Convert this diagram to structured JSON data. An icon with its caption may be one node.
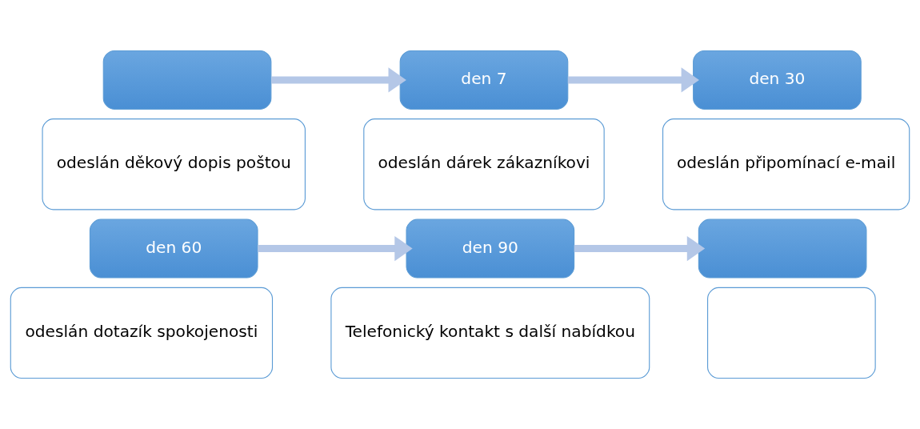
{
  "diagram": {
    "nodes": [
      {
        "text": [],
        "shape": "box"
      },
      {
        "text": [
          "odeslán děkový dopis poštou"
        ]
      },
      {
        "text": [
          "den 7"
        ]
      },
      {
        "text": [
          "odeslán dárek zákazníkovi"
        ]
      },
      {
        "text": [
          "den 30"
        ]
      },
      {
        "text": [
          "odeslán připomínací e-mail"
        ]
      },
      {
        "text": [
          "den 60"
        ]
      },
      {
        "text": [
          "odeslán dotazík spokojenosti"
        ]
      },
      {
        "text": [
          "den 90"
        ]
      },
      {
        "text": [
          "Telefonický kontakt s další nabídkou"
        ]
      },
      {
        "text": [],
        "shape": "box"
      },
      {
        "text": [],
        "shape": "box"
      }
    ],
    "edges": [
      {
        "from": 0,
        "to": 2,
        "arrow": "to"
      },
      {
        "from": 2,
        "to": 4,
        "arrow": "to"
      },
      {
        "from": 6,
        "to": 8,
        "arrow": "to"
      },
      {
        "from": 8,
        "to": 10,
        "arrow": "to"
      }
    ]
  }
}
